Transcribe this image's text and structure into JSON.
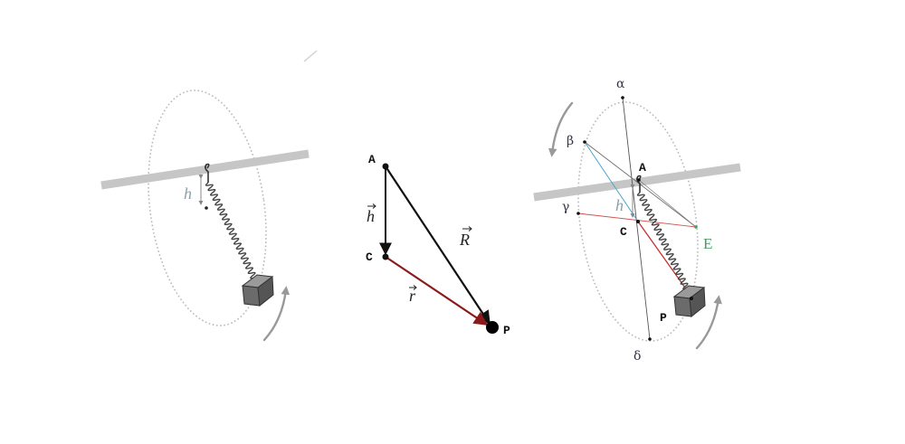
{
  "colors": {
    "vector_black": "#111111",
    "vector_red": "#8b1a1a",
    "ray_blue": "#4aa3c9",
    "ray_red": "#d05050",
    "label_green": "#3fa060",
    "support_bar": "#c6c6c6",
    "mass_block": "#6b6b6b"
  },
  "left_figure": {
    "height_label": "h"
  },
  "vector_triangle": {
    "point_a": "A",
    "point_c": "C",
    "point_p": "P",
    "vec_h": "h",
    "vec_r": "r",
    "vec_R": "R"
  },
  "right_figure": {
    "alpha": "α",
    "beta": "β",
    "gamma": "γ",
    "delta": "δ",
    "point_a": "A",
    "point_c": "C",
    "point_p": "P",
    "point_e": "E",
    "height_label": "h"
  }
}
